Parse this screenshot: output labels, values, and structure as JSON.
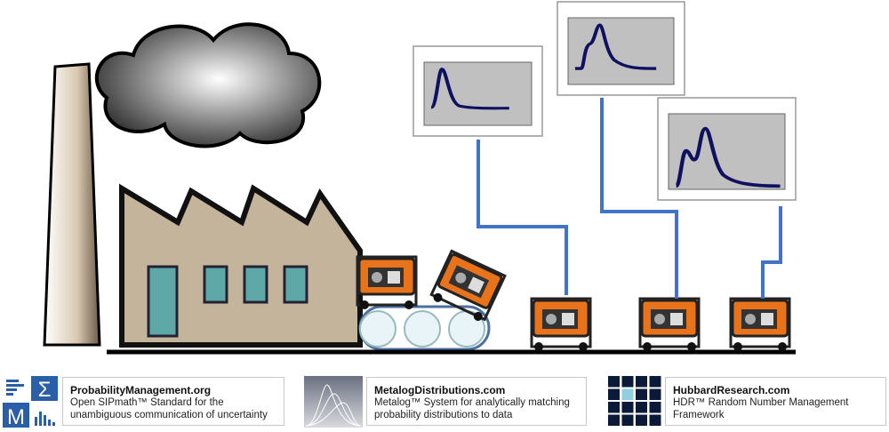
{
  "colors": {
    "connector": "#4472c4",
    "factory_wall": "#c4b49c",
    "window": "#5fa8a8",
    "curve": "#101060",
    "plot_bg": "#c0c0c0"
  },
  "partners": [
    {
      "title": "ProbabilityManagement.org",
      "description": "Open SIPmath™ Standard for the unambiguous communication of uncertainty",
      "logo": "probability-management-logo"
    },
    {
      "title": "MetalogDistributions.com",
      "description": "Metalog™ System for analytically matching probability distributions to data",
      "logo": "metalog-logo"
    },
    {
      "title": "HubbardResearch.com",
      "description": "HDR™ Random Number Management Framework",
      "logo": "hubbard-research-logo"
    }
  ]
}
